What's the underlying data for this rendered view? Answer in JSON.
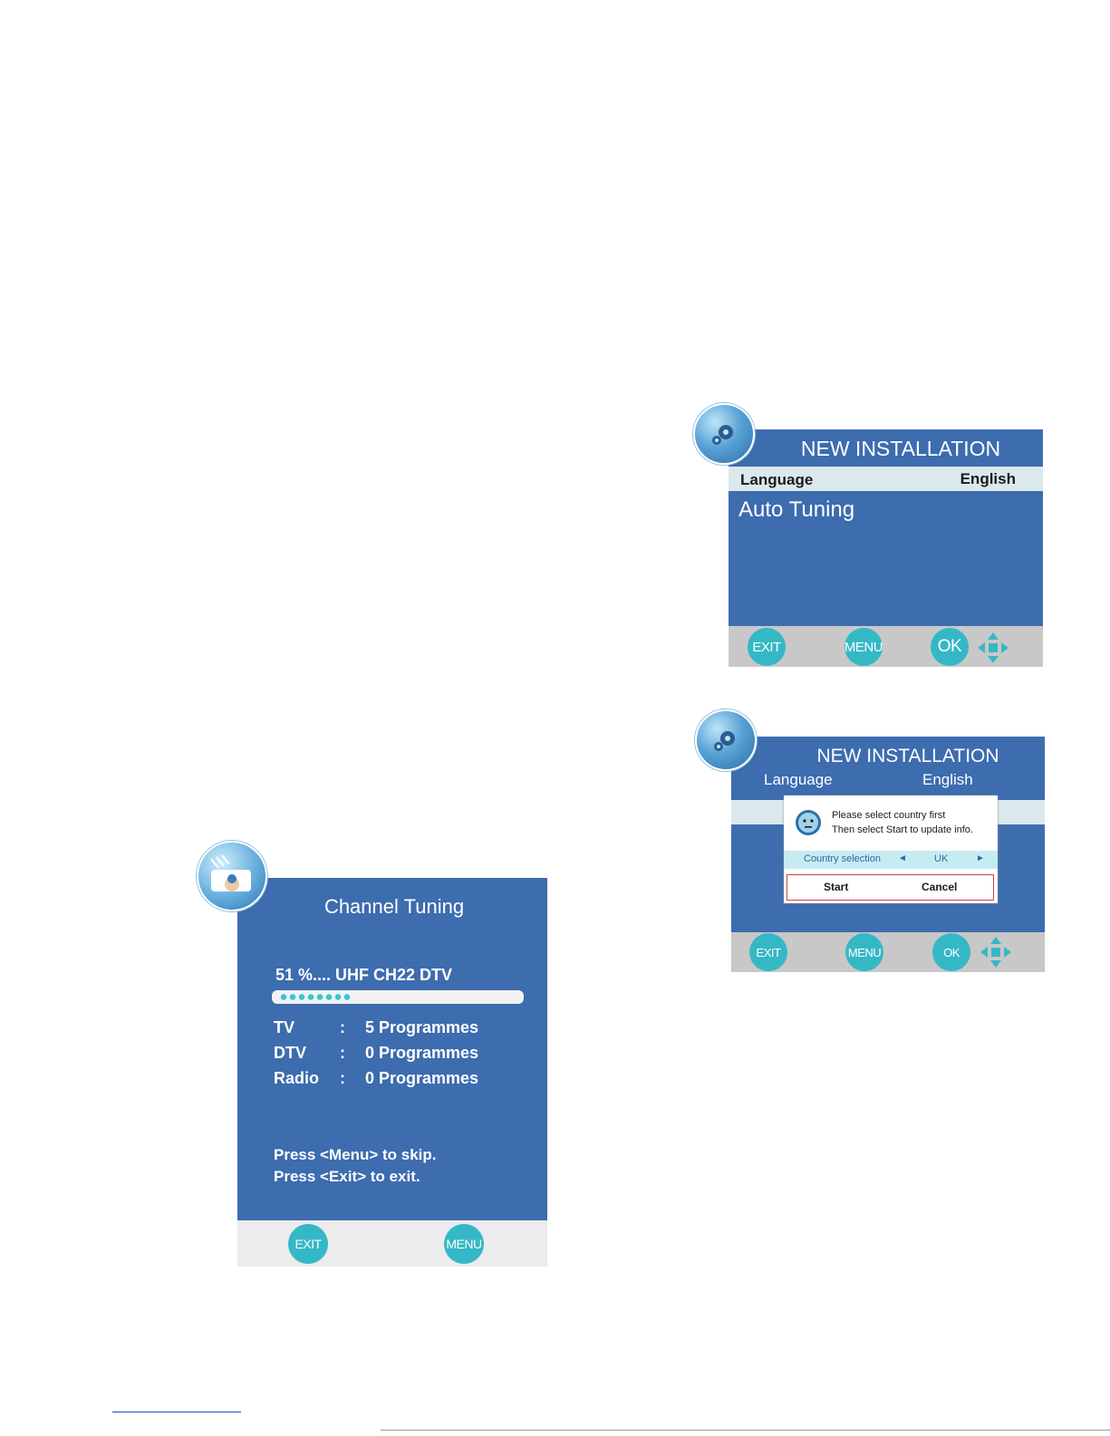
{
  "screen1": {
    "title": "NEW INSTALLATION",
    "language_label": "Language",
    "language_value": "English",
    "auto_tuning": "Auto Tuning",
    "buttons": {
      "exit": "EXIT",
      "menu": "MENU",
      "ok": "OK"
    }
  },
  "screen2": {
    "title": "NEW INSTALLATION",
    "language_label": "Language",
    "language_value": "English",
    "dialog": {
      "line1": "Please select country first",
      "line2": "Then select Start to update info.",
      "country_label": "Country selection",
      "country_value": "UK",
      "start": "Start",
      "cancel": "Cancel"
    },
    "buttons": {
      "exit": "EXIT",
      "menu": "MENU",
      "ok": "OK"
    }
  },
  "screen3": {
    "title": "Channel Tuning",
    "status": "51 %.... UHF CH22 DTV",
    "progress_percent": 51,
    "rows": [
      {
        "label": "TV",
        "sep": ":",
        "value": "5 Programmes"
      },
      {
        "label": "DTV",
        "sep": ":",
        "value": "0 Programmes"
      },
      {
        "label": "Radio",
        "sep": ":",
        "value": "0 Programmes"
      }
    ],
    "hint1": "Press <Menu> to skip.",
    "hint2": "Press <Exit> to exit.",
    "buttons": {
      "exit": "EXIT",
      "menu": "MENU"
    }
  },
  "colors": {
    "panel": "#3d6caf",
    "accent": "#35b8c6",
    "bar": "#c8c8c8"
  }
}
